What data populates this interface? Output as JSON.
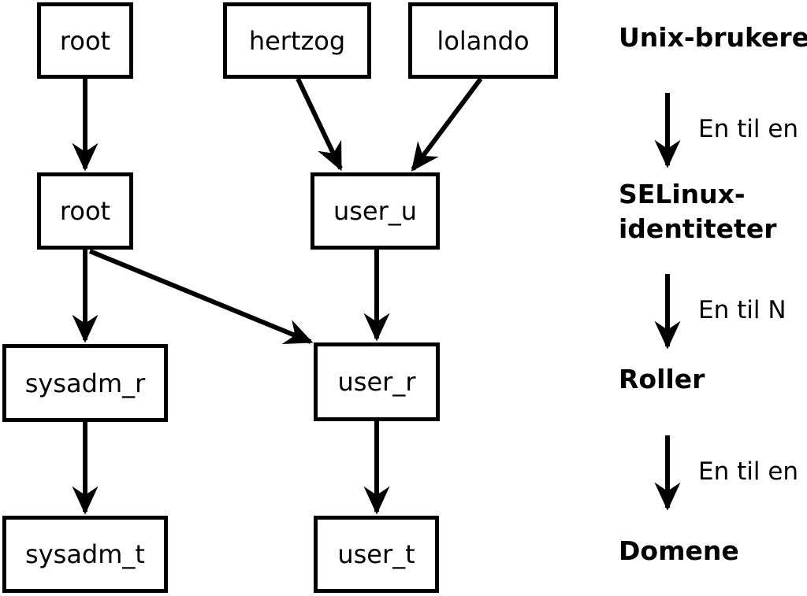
{
  "diagram": {
    "background_color": "#ffffff",
    "line_color": "#000000",
    "nodes": {
      "unix_root": {
        "label": "root"
      },
      "hertzog": {
        "label": "hertzog"
      },
      "lolando": {
        "label": "lolando"
      },
      "selinux_root": {
        "label": "root"
      },
      "user_u": {
        "label": "user_u"
      },
      "sysadm_r": {
        "label": "sysadm_r"
      },
      "user_r": {
        "label": "user_r"
      },
      "sysadm_t": {
        "label": "sysadm_t"
      },
      "user_t": {
        "label": "user_t"
      }
    },
    "edges": [
      {
        "from": "unix_root",
        "to": "selinux_root"
      },
      {
        "from": "hertzog",
        "to": "user_u"
      },
      {
        "from": "lolando",
        "to": "user_u"
      },
      {
        "from": "selinux_root",
        "to": "sysadm_r"
      },
      {
        "from": "selinux_root",
        "to": "user_r"
      },
      {
        "from": "user_u",
        "to": "user_r"
      },
      {
        "from": "sysadm_r",
        "to": "sysadm_t"
      },
      {
        "from": "user_r",
        "to": "user_t"
      }
    ],
    "legend": {
      "level1": "Unix-brukere",
      "arrow1_caption": "En til en",
      "level2_line1": "SELinux-",
      "level2_line2": "identiteter",
      "arrow2_caption": "En til N",
      "level3": "Roller",
      "arrow3_caption": "En til en",
      "level4": "Domene"
    }
  }
}
